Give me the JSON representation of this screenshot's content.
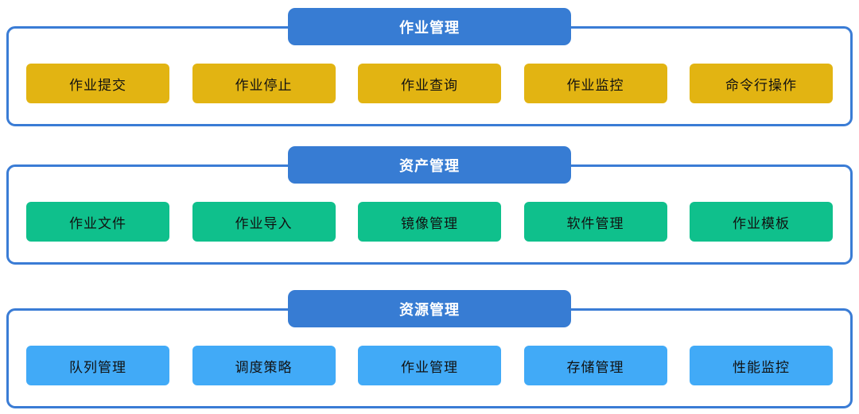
{
  "diagram": {
    "background": "#FFFFFF",
    "colors": {
      "header_bg": "#377CD3",
      "panel_border": "#3A7CD5",
      "header_text": "#FFFFFF",
      "item_text": "#111111",
      "job_item_bg": "#E2B412",
      "asset_item_bg": "#0FC08C",
      "resource_item_bg": "#41AAF7"
    },
    "sections": [
      {
        "title": "作业管理",
        "item_color": "#E2B412",
        "items": [
          "作业提交",
          "作业停止",
          "作业查询",
          "作业监控",
          "命令行操作"
        ]
      },
      {
        "title": "资产管理",
        "item_color": "#0FC08C",
        "items": [
          "作业文件",
          "作业导入",
          "镜像管理",
          "软件管理",
          "作业模板"
        ]
      },
      {
        "title": "资源管理",
        "item_color": "#41AAF7",
        "items": [
          "队列管理",
          "调度策略",
          "作业管理",
          "存储管理",
          "性能监控"
        ]
      }
    ]
  }
}
